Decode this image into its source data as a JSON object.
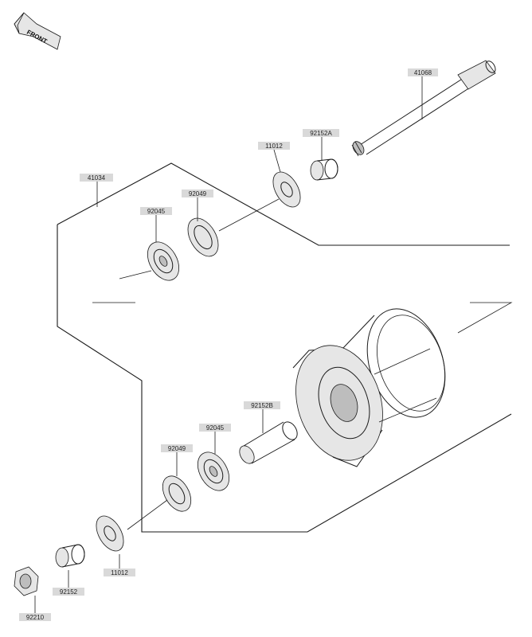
{
  "diagram": {
    "orientation_label": "FRONT",
    "callouts": [
      {
        "id": "c-41068",
        "text": "41068"
      },
      {
        "id": "c-11012-top",
        "text": "11012"
      },
      {
        "id": "c-92152a",
        "text": "92152A"
      },
      {
        "id": "c-41034",
        "text": "41034"
      },
      {
        "id": "c-92049-top",
        "text": "92049"
      },
      {
        "id": "c-92045-top",
        "text": "92045"
      },
      {
        "id": "c-92152b",
        "text": "92152B"
      },
      {
        "id": "c-92045-bottom",
        "text": "92045"
      },
      {
        "id": "c-92049-bottom",
        "text": "92049"
      },
      {
        "id": "c-11012-bottom",
        "text": "11012"
      },
      {
        "id": "c-92152",
        "text": "92152"
      },
      {
        "id": "c-92210",
        "text": "92210"
      }
    ]
  }
}
